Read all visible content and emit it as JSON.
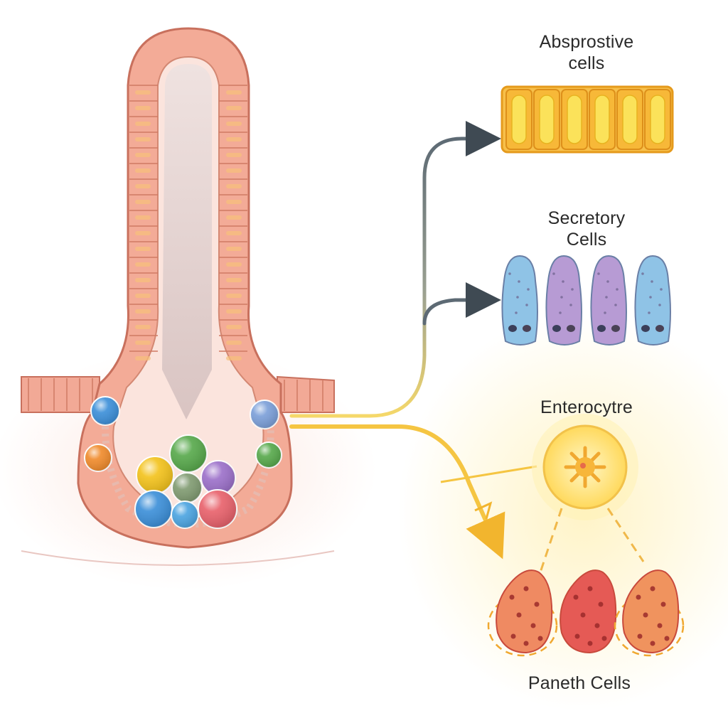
{
  "labels": {
    "absorptive_line1": "Absprostive",
    "absorptive_line2": "cells",
    "secretory_line1": "Secretory",
    "secretory_line2": "Cells",
    "enterocyte": "Enterocytre",
    "paneth": "Paneth Cells"
  },
  "colors": {
    "epithelium": "#f0a48e",
    "epithelium_stroke": "#c8705d",
    "absorptive": "#f3b43a",
    "secretory_blue": "#8fc3e6",
    "secretory_purple": "#b79bd4",
    "enterocyte_glow": "#ffe58a",
    "paneth": "#e8604e",
    "arrow_gray": "#5d6a74",
    "arrow_yellow": "#f5c542"
  },
  "stem_cells": [
    {
      "color": "#3a8ed8"
    },
    {
      "color": "#f08a2a"
    },
    {
      "color": "#7a9ed8"
    },
    {
      "color": "#56a84a"
    },
    {
      "color": "#56a84a"
    },
    {
      "color": "#f3c21a"
    },
    {
      "color": "#9b6fc9"
    },
    {
      "color": "#7f9a70"
    },
    {
      "color": "#3a8ed8"
    },
    {
      "color": "#4aa3e0"
    },
    {
      "color": "#e8606a"
    }
  ]
}
